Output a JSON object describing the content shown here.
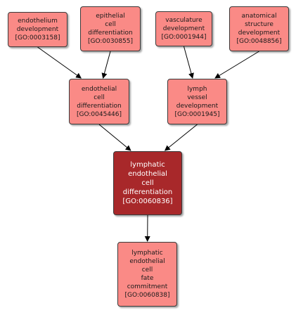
{
  "colors": {
    "node_fill": "#fa8a86",
    "focus_fill": "#a8282a",
    "border": "#3a3a3a",
    "edge": "#000000"
  },
  "nodes": {
    "n1": {
      "label": "endothelium\ndevelopment\n[GO:0003158]"
    },
    "n2": {
      "label": "epithelial\ncell\ndifferentiation\n[GO:0030855]"
    },
    "n3": {
      "label": "vasculature\ndevelopment\n[GO:0001944]"
    },
    "n4": {
      "label": "anatomical\nstructure\ndevelopment\n[GO:0048856]"
    },
    "n5": {
      "label": "endothelial\ncell\ndifferentiation\n[GO:0045446]"
    },
    "n6": {
      "label": "lymph\nvessel\ndevelopment\n[GO:0001945]"
    },
    "n7": {
      "label": "lymphatic\nendothelial\ncell\ndifferentiation\n[GO:0060836]"
    },
    "n8": {
      "label": "lymphatic\nendothelial\ncell\nfate\ncommitment\n[GO:0060838]"
    }
  },
  "edges": [
    {
      "from": "n1",
      "to": "n5"
    },
    {
      "from": "n2",
      "to": "n5"
    },
    {
      "from": "n3",
      "to": "n6"
    },
    {
      "from": "n4",
      "to": "n6"
    },
    {
      "from": "n5",
      "to": "n7"
    },
    {
      "from": "n6",
      "to": "n7"
    },
    {
      "from": "n7",
      "to": "n8"
    }
  ]
}
